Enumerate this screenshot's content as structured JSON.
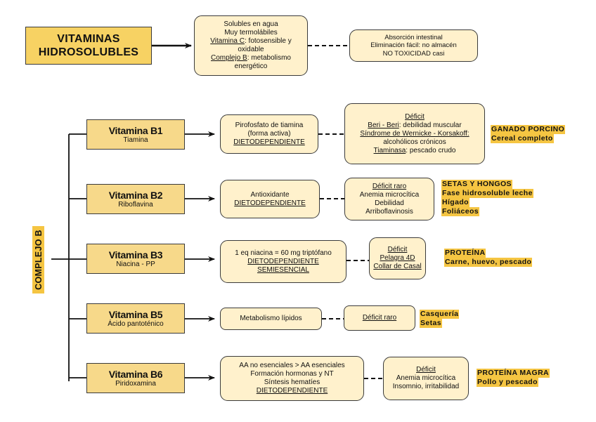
{
  "header": {
    "title_line1": "VITAMINAS",
    "title_line2": "HIDROSOLUBLES",
    "properties": {
      "line1": "Solubles en agua",
      "line2": "Muy termolábiles",
      "vitc_label": "Vitamina C",
      "vitc_text": ": fotosensible y oxidable",
      "compb_label": "Complejo B",
      "compb_text": ": metabolismo energético"
    },
    "absorption": {
      "line1": "Absorción intestinal",
      "line2": "Eliminación fácil: no almacén",
      "line3": "NO TOXICIDAD casi"
    }
  },
  "group_label": "COMPLEJO B",
  "vitamins": [
    {
      "name": "Vitamina B1",
      "subtitle": "Tiamina",
      "function": [
        "Pirofosfato de tiamina",
        "(forma activa)"
      ],
      "function_underlined": [
        "DIETODEPENDIENTE"
      ],
      "deficit_title": "Déficit",
      "deficit": {
        "beri_label": "Beri - Beri",
        "beri_text": ": debilidad muscular",
        "wernicke_label": "Síndrome de Wernicke - Korsakoff:",
        "wernicke_text": "alcohólicos crónicos",
        "tiaminasa_label": "Tiaminasa",
        "tiaminasa_text": ": pescado crudo"
      },
      "sources": [
        "GANADO PORCINO",
        "Cereal completo"
      ]
    },
    {
      "name": "Vitamina B2",
      "subtitle": "Riboflavina",
      "function": [
        "Antioxidante"
      ],
      "function_underlined": [
        "DIETODEPENDIENTE"
      ],
      "deficit_title": "Déficit raro",
      "deficit_lines": [
        "Anemia microcítica",
        "Debilidad",
        "Arriboflavinosis"
      ],
      "sources": [
        "SETAS Y HONGOS",
        "Fase hidrosoluble leche",
        "Hígado",
        "Foliáceos"
      ]
    },
    {
      "name": "Vitamina B3",
      "subtitle": "Niacina - PP",
      "function": [
        "1 eq niacina = 60 mg triptófano"
      ],
      "function_underlined": [
        "DIETODEPENDIENTE",
        "SEMIESENCIAL"
      ],
      "deficit_title": "Déficit",
      "deficit_underlined": [
        "Pelagra 4D",
        "Collar de Casal"
      ],
      "sources": [
        "PROTEÍNA",
        "Carne, huevo, pescado"
      ]
    },
    {
      "name": "Vitamina B5",
      "subtitle": "Ácido pantoténico",
      "function": [
        "Metabolismo lípidos"
      ],
      "deficit_title": "Déficit raro",
      "sources": [
        "Casquería",
        "Setas"
      ]
    },
    {
      "name": "Vitamina B6",
      "subtitle": "Piridoxamina",
      "function": [
        "AA no esenciales > AA esenciales",
        "Formación hormonas y NT",
        "Síntesis hematíes"
      ],
      "function_underlined": [
        "DIETODEPENDIENTE"
      ],
      "deficit_title": "Déficit",
      "deficit_lines": [
        "Anemia microcítica",
        "Insomnio, irritabilidad"
      ],
      "sources": [
        "PROTEÍNA MAGRA",
        "Pollo y pescado"
      ]
    }
  ],
  "colors": {
    "title_fill": "#f7d263",
    "vitamin_fill": "#f7d98a",
    "info_fill": "#fff1cc",
    "highlight": "#f5c542",
    "stroke": "#3a3a3a"
  }
}
